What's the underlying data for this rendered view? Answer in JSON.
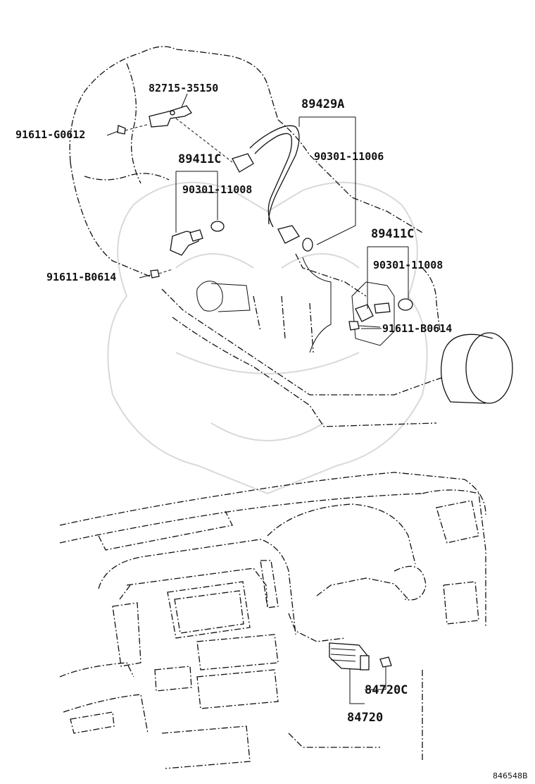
{
  "diagram_id": "846548B",
  "callouts": {
    "bracket": "82715-35150",
    "bolt_upper": "91611-G0612",
    "sensor_group_left": "89411C",
    "oring_left": "90301-11008",
    "bolt_left": "91611-B0614",
    "harness_group": "89429A",
    "oring_harness": "90301-11006",
    "sensor_group_right": "89411C",
    "oring_right": "90301-11008",
    "bolt_right": "91611-B0614",
    "switch_cap": "84720C",
    "switch_assy": "84720"
  }
}
